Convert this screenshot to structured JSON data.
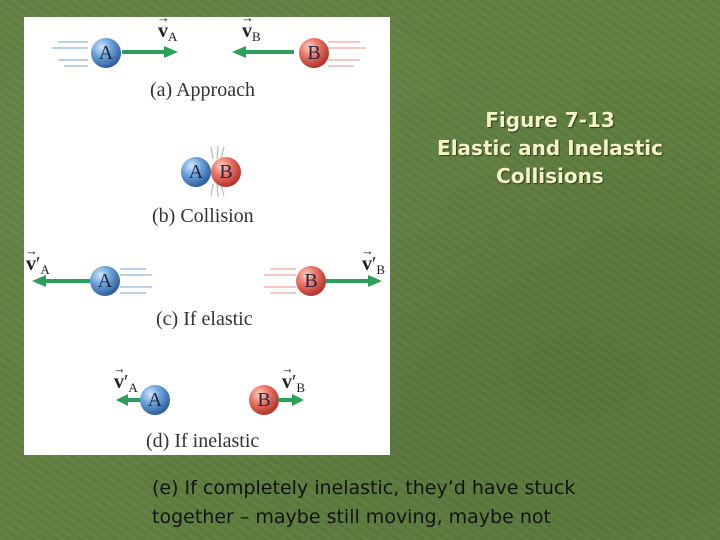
{
  "title": {
    "line1": "Figure 7-13",
    "line2": "Elastic and Inelastic",
    "line3": "Collisions"
  },
  "figure": {
    "captions": {
      "a": "(a) Approach",
      "b": "(b) Collision",
      "c": "(c) If elastic",
      "d": "(d) If inelastic"
    },
    "ball_labels": {
      "a": "A",
      "b": "B"
    },
    "vector_symbol": "v",
    "prime": "′",
    "sub_a": "A",
    "sub_b": "B"
  },
  "note": {
    "line1": "(e) If completely inelastic, they’d have stuck",
    "line2": "together – maybe still moving, maybe not"
  },
  "colors": {
    "background": "#5f7f40",
    "title_text": "#f3f3c7",
    "arrow_green": "#2aa05a",
    "ball_a_blue": "#4f8ed0",
    "ball_b_red": "#e0574b"
  }
}
